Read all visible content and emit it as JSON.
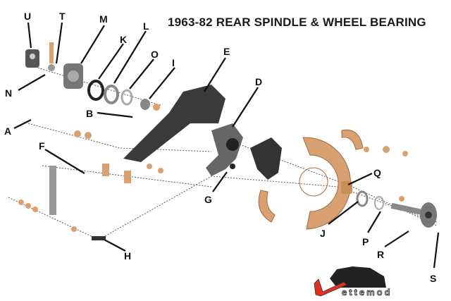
{
  "title": "1963-82 REAR SPINDLE & WHEEL BEARING",
  "labels": {
    "A": "A",
    "B": "B",
    "D": "D",
    "E": "E",
    "F": "F",
    "G": "G",
    "H": "H",
    "I": "I",
    "J": "J",
    "K": "K",
    "L": "L",
    "M": "M",
    "N": "N",
    "O": "O",
    "P": "P",
    "Q": "Q",
    "R": "R",
    "S": "S",
    "T": "T",
    "U": "U"
  },
  "logo": {
    "text": "vettemod"
  },
  "colors": {
    "bronze": "#d9a071",
    "dark": "#3a3a3a",
    "grey": "#8a8a8a",
    "logo_red": "#e03020"
  }
}
